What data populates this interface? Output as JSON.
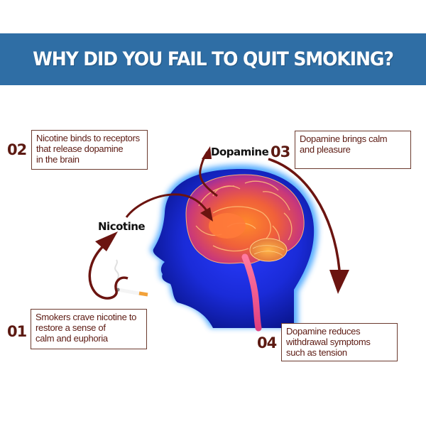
{
  "banner": {
    "title": "WHY DID YOU FAIL TO QUIT SMOKING?",
    "background_color": "#2f6ea5"
  },
  "illustration": {
    "subject": "head-profile-with-glowing-brain",
    "labels": {
      "nicotine": "Nicotine",
      "dopamine": "Dopamine"
    },
    "arrow_color": "#6b1410"
  },
  "steps": [
    {
      "number": "01",
      "lines": [
        "Smokers crave nicotine to",
        "restore a sense of",
        "calm and euphoria"
      ]
    },
    {
      "number": "02",
      "lines": [
        "Nicotine binds to receptors",
        "that release dopamine",
        "in the brain"
      ]
    },
    {
      "number": "03",
      "lines": [
        "Dopamine brings calm",
        "and pleasure"
      ]
    },
    {
      "number": "04",
      "lines": [
        "Dopamine reduces",
        "withdrawal symptoms",
        "such as tension"
      ]
    }
  ],
  "colors": {
    "step_text": "#5c1a12",
    "box_border": "#6b3a2e"
  }
}
